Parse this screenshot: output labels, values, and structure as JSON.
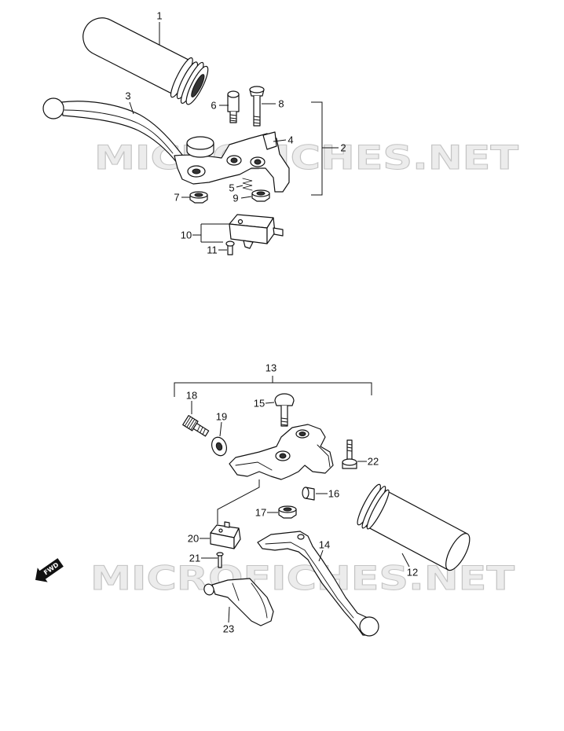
{
  "watermark": "MICROFICHES.NET",
  "direction_arrow_label": "FWD",
  "callouts": {
    "p1": "1",
    "p2": "2",
    "p3": "3",
    "p4": "4",
    "p5": "5",
    "p6": "6",
    "p7": "7",
    "p8": "8",
    "p9": "9",
    "p10": "10",
    "p11": "11",
    "p12": "12",
    "p13": "13",
    "p14": "14",
    "p15": "15",
    "p16": "16",
    "p17": "17",
    "p18": "18",
    "p19": "19",
    "p20": "20",
    "p21": "21",
    "p22": "22",
    "p23": "23"
  }
}
